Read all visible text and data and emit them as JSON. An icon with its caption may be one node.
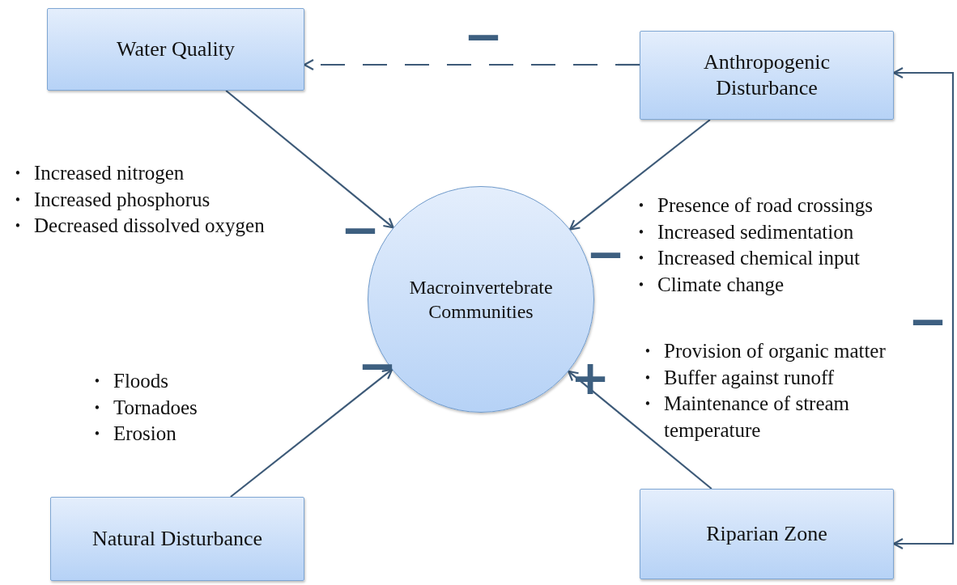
{
  "diagram": {
    "nodes": [
      {
        "text": [
          "Water Quality"
        ],
        "beside": [
          "Increased nitrogen",
          "Increased phosphorus",
          "Decreased dissolved oxygen"
        ]
      },
      {
        "text": [
          "Anthropogenic Disturbance"
        ],
        "beside": [
          "Presence of road crossings",
          "Increased sedimentation",
          "Increased chemical input",
          "Climate change"
        ]
      },
      {
        "text": [
          "Macroinvertebrate Communities"
        ]
      },
      {
        "text": [
          "Natural Disturbance"
        ],
        "beside": [
          "Floods",
          "Tornadoes",
          "Erosion"
        ]
      },
      {
        "text": [
          "Riparian Zone"
        ],
        "beside": [
          "Provision of organic matter",
          "Buffer against runoff",
          "Maintenance of stream temperature"
        ]
      }
    ],
    "edges": [
      {
        "from": 1,
        "to": 0,
        "arrow": "to",
        "style": "dashed",
        "label": "−"
      },
      {
        "from": 0,
        "to": 2,
        "arrow": "to",
        "label": "−"
      },
      {
        "from": 1,
        "to": 2,
        "arrow": "to",
        "label": "−"
      },
      {
        "from": 3,
        "to": 2,
        "arrow": "to",
        "label": "−"
      },
      {
        "from": 4,
        "to": 2,
        "arrow": "to",
        "label": "+"
      },
      {
        "from": 1,
        "to": 4,
        "arrow": "both",
        "label": "−"
      }
    ],
    "labels": [
      "•",
      "•",
      "•",
      "•",
      "•",
      "•",
      "•",
      "•",
      "•",
      "•",
      "•",
      "•",
      "•"
    ]
  }
}
